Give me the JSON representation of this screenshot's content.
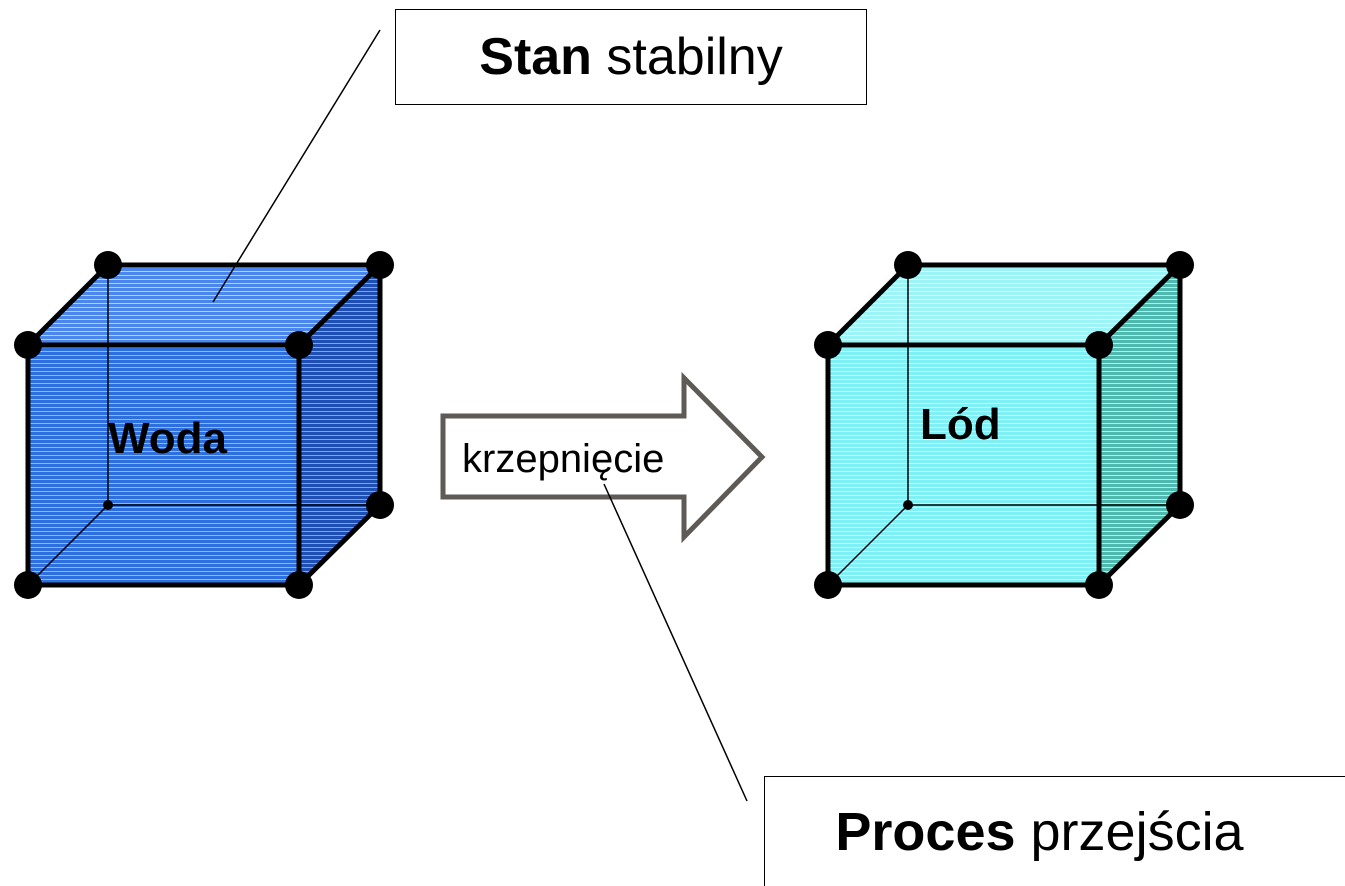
{
  "callouts": {
    "state": {
      "bold": "Stan",
      "rest": " stabilny"
    },
    "process": {
      "bold": "Proces",
      "rest": " przejścia"
    }
  },
  "cubes": {
    "water": {
      "label": "Woda",
      "color": "#2e6fe0"
    },
    "ice": {
      "label": "Lód",
      "color": "#7ff0f5"
    }
  },
  "arrow": {
    "label": "krzepnięcie",
    "outline_color": "#5e5a55"
  }
}
